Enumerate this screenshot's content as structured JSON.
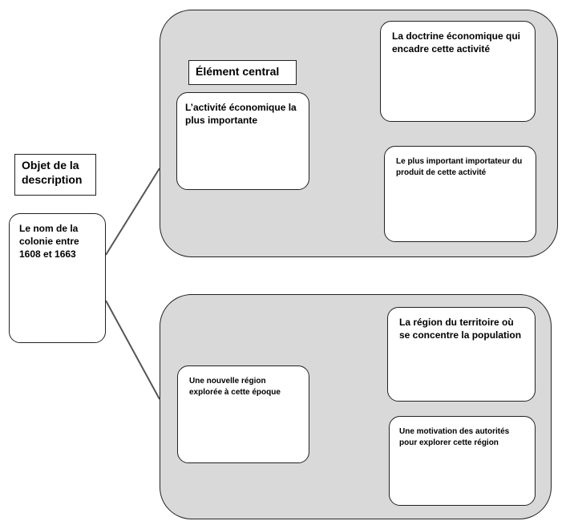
{
  "diagram": {
    "label_object": "Objet de la description",
    "label_central": "Élément central",
    "root": "Le nom de la colonie entre 1608 et 1663",
    "top_group": {
      "center": "L’activité économique la plus importante",
      "top_right": "La doctrine économique qui encadre cette activité",
      "bottom_right": "Le plus important importateur du produit de cette activité"
    },
    "bottom_group": {
      "center": "Une nouvelle région explorée à cette époque",
      "top_right": "La région du territoire où se concentre la population",
      "bottom_right": "Une motivation des autorités pour explorer cette région"
    }
  }
}
